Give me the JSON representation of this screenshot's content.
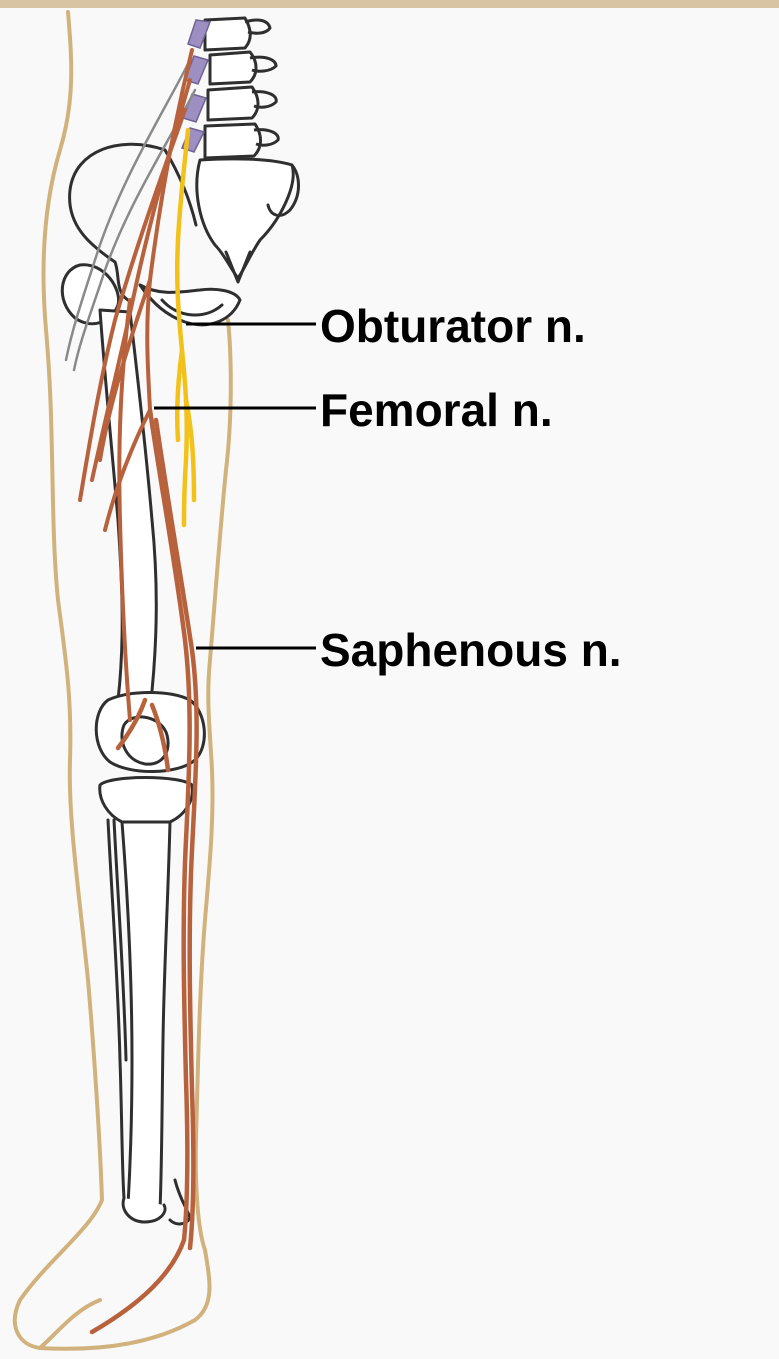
{
  "labels": {
    "obturator": "Obturator n.",
    "femoral": "Femoral n.",
    "saphenous": "Saphenous n."
  },
  "colors": {
    "background": "#f9f9f9",
    "top_border": "#d8c3a3",
    "skin_outline": "#d2b27c",
    "bone_outline": "#2f2f2f",
    "femoral_nerve": "#b8623d",
    "obturator_nerve": "#f2c21a",
    "lumbar_roots": "#9e8fc2",
    "leader_line": "#000000"
  }
}
